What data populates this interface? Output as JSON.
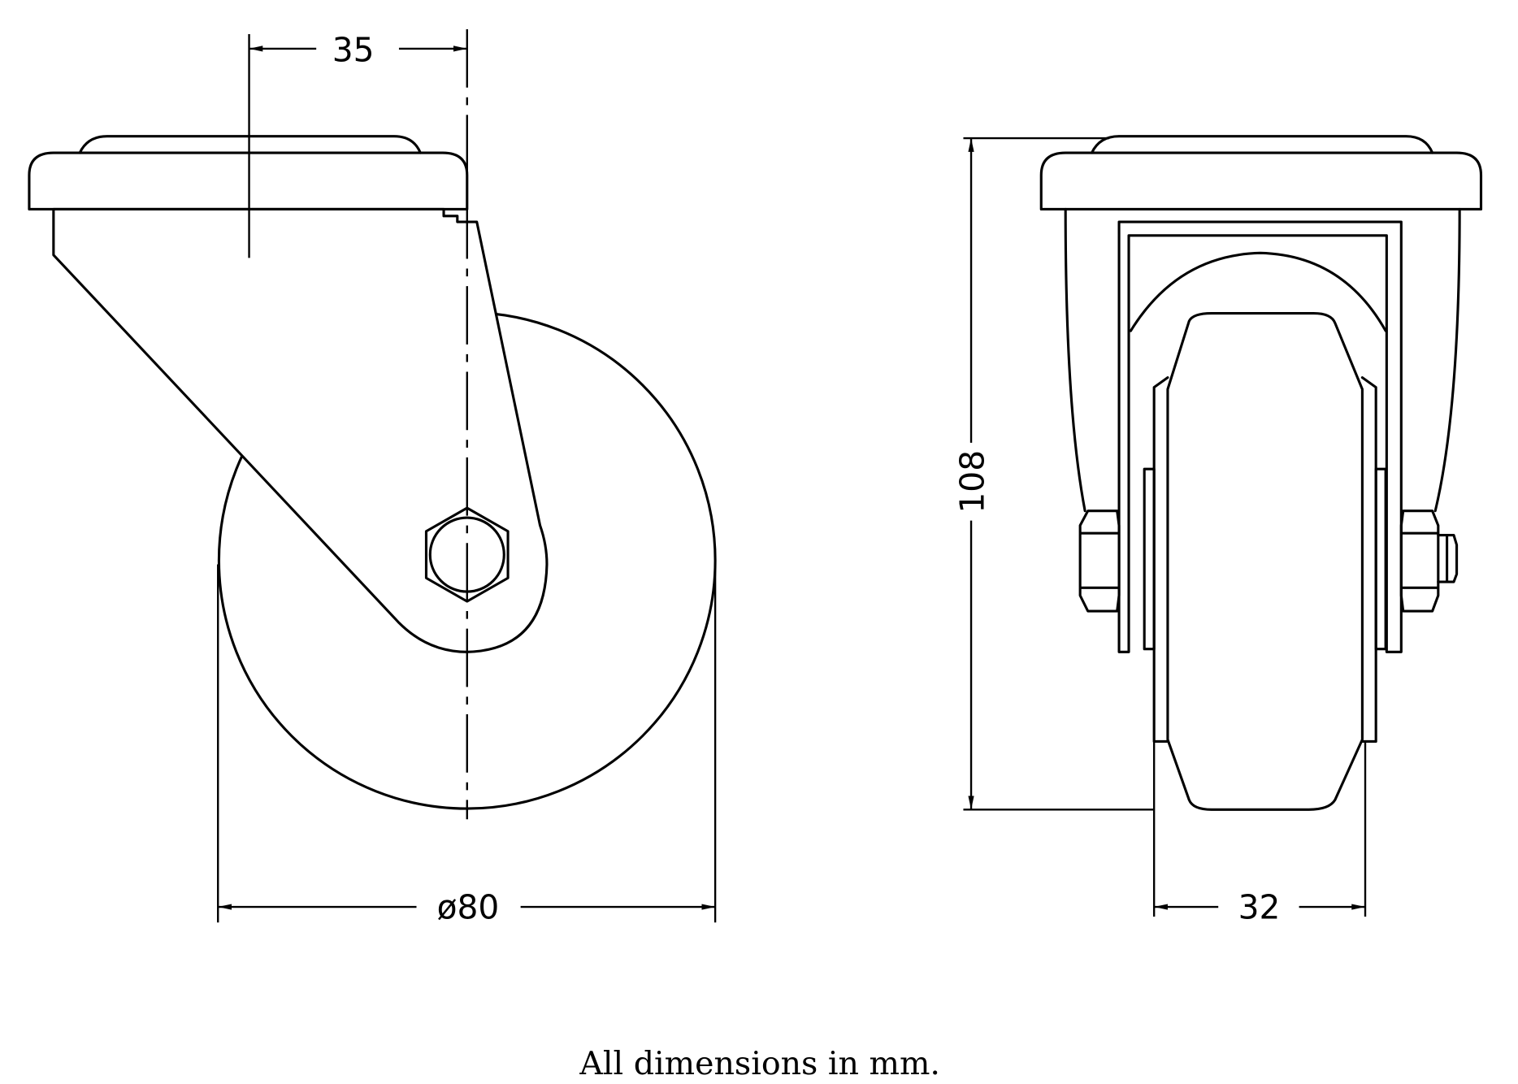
{
  "dimensions": {
    "offset": "35",
    "wheel_diameter": "ø80",
    "height": "108",
    "wheel_width": "32"
  },
  "caption": "All dimensions in mm."
}
